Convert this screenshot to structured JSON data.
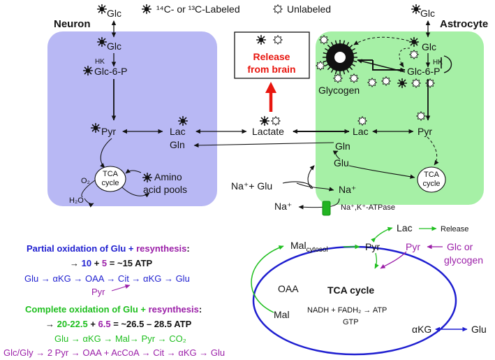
{
  "legend": {
    "labeled": "¹⁴C- or ¹³C-Labeled",
    "unlabeled": "Unlabeled"
  },
  "panels": {
    "neuron": "Neuron",
    "astrocyte": "Astrocyte"
  },
  "neuron": {
    "glc_top": "Glc",
    "glc": "Glc",
    "hk": "HK",
    "g6p": "Glc-6-P",
    "pyr": "Pyr",
    "lac": "Lac",
    "gln": "Gln",
    "tca_line1": "TCA",
    "tca_line2": "cycle",
    "o2": "O₂",
    "h2o": "H₂O",
    "amino_line1": "Amino",
    "amino_line2": "acid pools"
  },
  "release_box": {
    "line1": "Release",
    "line2": "from brain"
  },
  "center": {
    "lactate": "Lactate",
    "na_glu": "Na⁺+ Glu",
    "na_out": "Na⁺"
  },
  "astrocyte": {
    "glc_top": "Glc",
    "glc": "Glc",
    "hk": "HK",
    "g6p": "Glc-6-P",
    "glycogen": "Glycogen",
    "lac": "Lac",
    "pyr": "Pyr",
    "gln": "Gln",
    "glu": "Glu",
    "na": "Na⁺",
    "atpase": "Na⁺,K⁺-ATPase",
    "tca_line1": "TCA",
    "tca_line2": "cycle"
  },
  "partial": {
    "title_a": "Partial oxidation of Glu + ",
    "title_b": "resynthesis",
    "title_c": ":",
    "atp_a": "→ ",
    "atp_b": "10",
    "atp_c": " + ",
    "atp_d": "5",
    "atp_e": " = ~15 ATP",
    "path": "Glu → αKG → OAA → Cit → αKG → Glu",
    "pyr": "Pyr"
  },
  "complete": {
    "title_a": "Complete oxidation of Glu + ",
    "title_b": "resynthesis",
    "title_c": ":",
    "atp_a": "→ ",
    "atp_b": "20-22.5",
    "atp_c": " + ",
    "atp_d": "6.5",
    "atp_e": " = ~26.5 – 28.5 ATP",
    "path1": "Glu → αKG → Mal→ Pyr → CO₂",
    "path2": "Glc/Gly → 2 Pyr → OAA + AcCoA → Cit → αKG → Glu"
  },
  "tca_big": {
    "title": "TCA cycle",
    "line1": "NADH + FADH₂ → ATP",
    "line2": "GTP",
    "oaa": "OAA",
    "mal": "Mal",
    "mal_cyto": "Mal",
    "mal_cyto_sub": "cytosol",
    "pyr_green": "Pyr",
    "pyr_purple": "Pyr",
    "lac": "Lac",
    "release": "Release",
    "glc_line1": "Glc or",
    "glc_line2": "glycogen",
    "akg": "αKG",
    "glu": "Glu"
  },
  "colors": {
    "neuron_bg": "#b8b8f4",
    "astro_bg": "#a6f0a6",
    "red": "#e8160f",
    "blue": "#1f1fd0",
    "green": "#1fbf1f",
    "purple": "#9b1fa8",
    "atpase": "#22b422"
  }
}
